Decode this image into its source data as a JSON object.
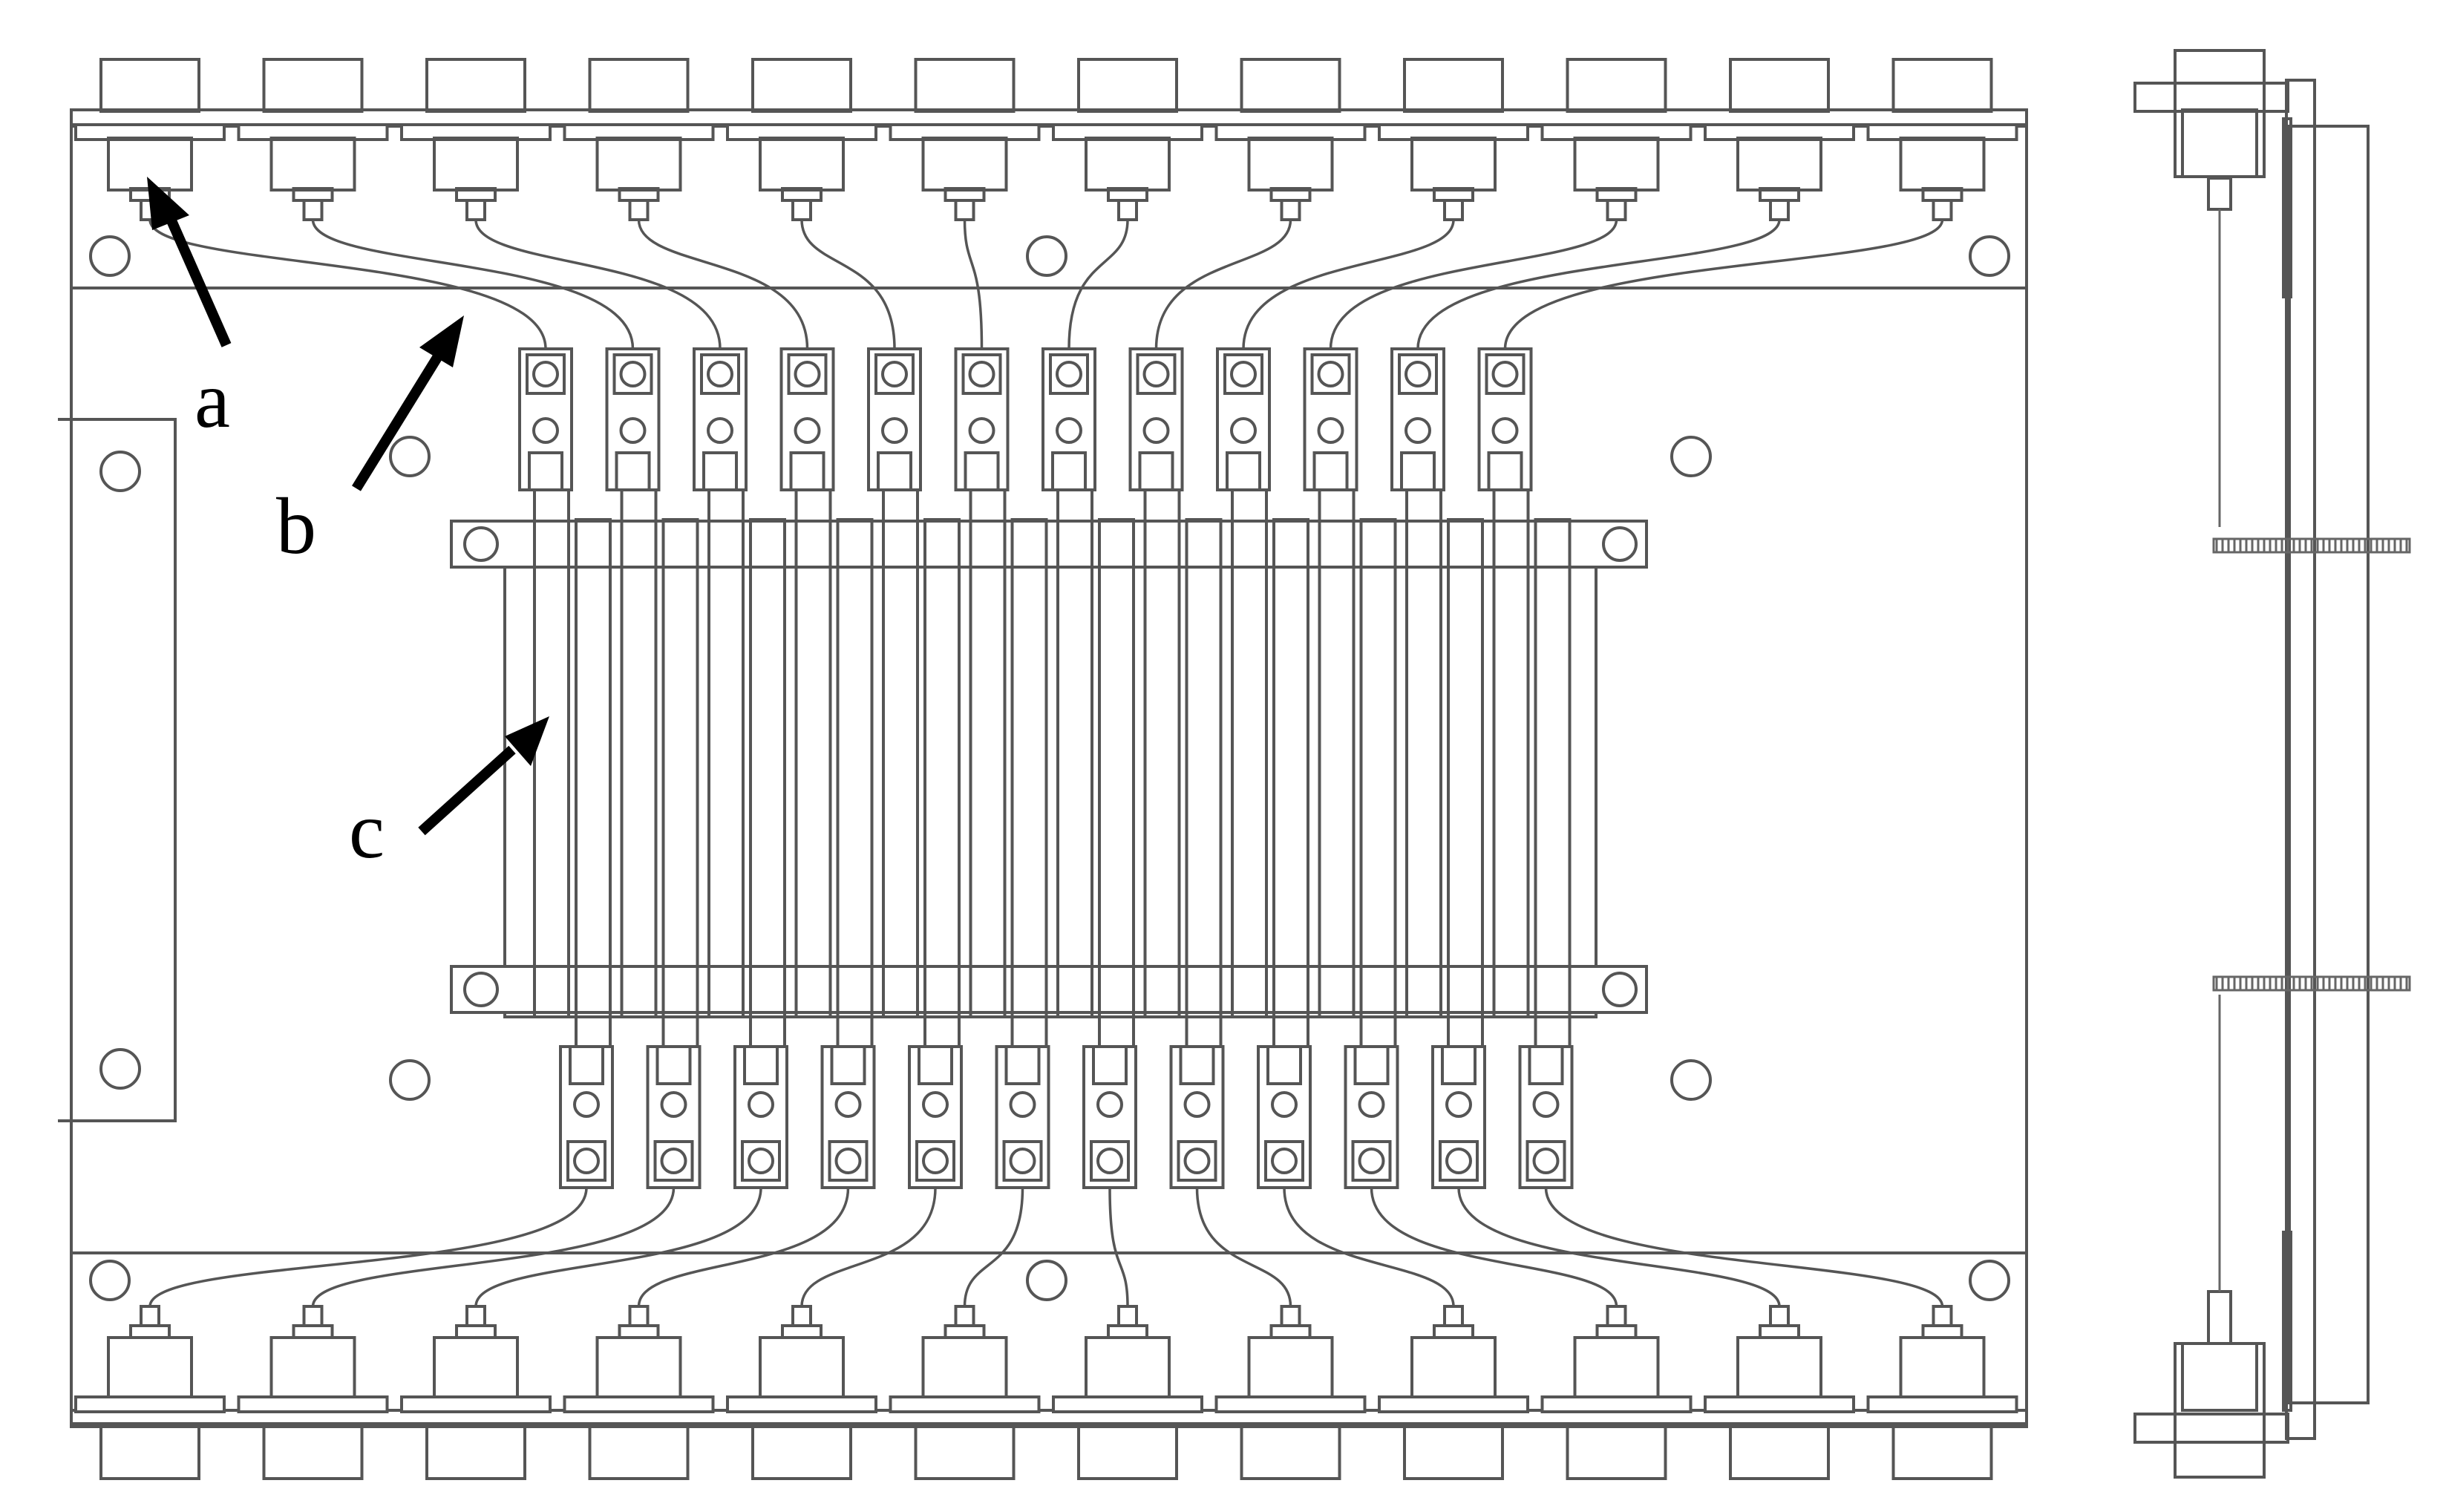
{
  "figure": {
    "labels": [
      {
        "id": "a",
        "text": "a"
      },
      {
        "id": "b",
        "text": "b"
      },
      {
        "id": "c",
        "text": "c"
      }
    ],
    "connector_count_top": 12,
    "connector_count_bottom": 12,
    "resonator_count": 12,
    "colors": {
      "line": "#555555",
      "arrow": "#000000",
      "background": "#ffffff"
    }
  }
}
